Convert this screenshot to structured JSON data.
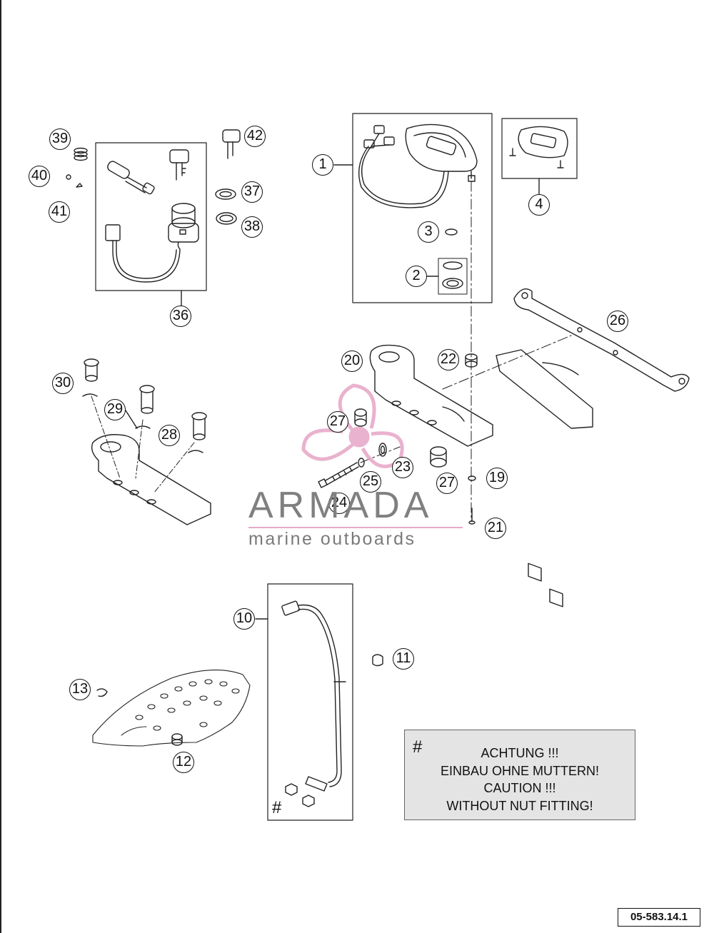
{
  "diagram": {
    "callouts": [
      {
        "id": "c1",
        "label": "1"
      },
      {
        "id": "c2",
        "label": "2"
      },
      {
        "id": "c3",
        "label": "3"
      },
      {
        "id": "c4",
        "label": "4"
      },
      {
        "id": "c10",
        "label": "10"
      },
      {
        "id": "c11",
        "label": "11"
      },
      {
        "id": "c12",
        "label": "12"
      },
      {
        "id": "c13",
        "label": "13"
      },
      {
        "id": "c19",
        "label": "19"
      },
      {
        "id": "c20",
        "label": "20"
      },
      {
        "id": "c21",
        "label": "21"
      },
      {
        "id": "c22",
        "label": "22"
      },
      {
        "id": "c23",
        "label": "23"
      },
      {
        "id": "c24",
        "label": "24"
      },
      {
        "id": "c25",
        "label": "25"
      },
      {
        "id": "c26",
        "label": "26"
      },
      {
        "id": "c27a",
        "label": "27"
      },
      {
        "id": "c27b",
        "label": "27"
      },
      {
        "id": "c28",
        "label": "28"
      },
      {
        "id": "c29",
        "label": "29"
      },
      {
        "id": "c30",
        "label": "30"
      },
      {
        "id": "c36",
        "label": "36"
      },
      {
        "id": "c37",
        "label": "37"
      },
      {
        "id": "c38",
        "label": "38"
      },
      {
        "id": "c39",
        "label": "39"
      },
      {
        "id": "c40",
        "label": "40"
      },
      {
        "id": "c41",
        "label": "41"
      },
      {
        "id": "c42",
        "label": "42"
      }
    ],
    "hash_marker": "#"
  },
  "note": {
    "marker": "#",
    "lines": [
      "ACHTUNG !!!",
      "EINBAU OHNE MUTTERN!",
      "CAUTION !!!",
      "WITHOUT NUT FITTING!"
    ]
  },
  "doc_code": "05-583.14.1",
  "watermark": {
    "name": "ARMADA",
    "tagline": "marine outboards",
    "colors": {
      "propeller": "#e6a5c6",
      "text": "#808080",
      "rule": "#e4aac9"
    }
  },
  "colors": {
    "line": "#222222",
    "note_bg": "#e4e4e4",
    "background": "#ffffff"
  }
}
